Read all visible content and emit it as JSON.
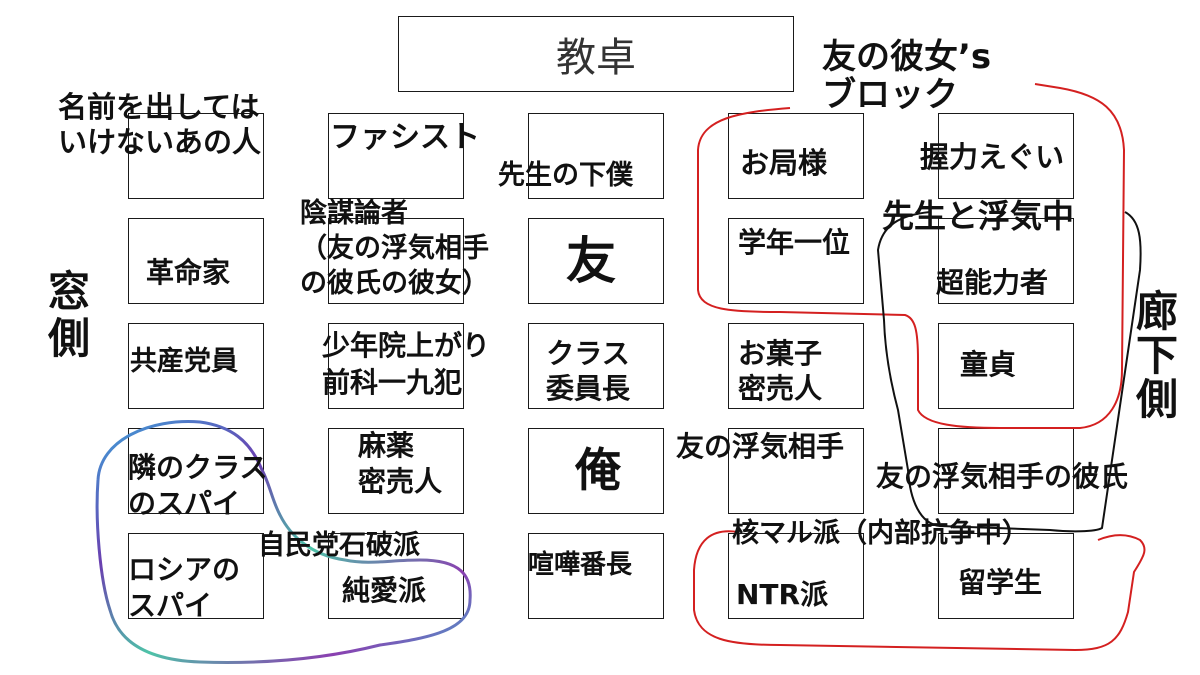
{
  "podium": "教卓",
  "side_labels": {
    "window": "窓\n側",
    "hallway": "廊\n下\n側"
  },
  "block_title": "友の彼女’s\nブロック",
  "seats": {
    "r1c1": "名前を出しては\nいけないあの人",
    "r1c2": "ファシスト",
    "r1c3": "先生の下僕",
    "r1c4": "お局様",
    "r1c5": "握力えぐい",
    "r2c1": "革命家",
    "r2c2": "陰謀論者\n（友の浮気相手\nの彼氏の彼女）",
    "r2c3": "友",
    "r2c4": "学年一位",
    "r2c5a": "先生と浮気中",
    "r2c5b": "超能力者",
    "r3c1": "共産党員",
    "r3c2": "少年院上がり\n前科一九犯",
    "r3c3": "クラス\n委員長",
    "r3c4": "お菓子\n密売人",
    "r3c5": "童貞",
    "r4c1": "隣のクラス\nのスパイ",
    "r4c2": "麻薬\n密売人",
    "r4c3": "俺",
    "r4c4": "友の浮気相手",
    "r4c5": "友の浮気相手の彼氏",
    "r5c1": "ロシアの\nスパイ",
    "r5c2a": "自民党石破派",
    "r5c2b": "純愛派",
    "r5c3": "喧嘩番長",
    "r5c4a": "核マル派（内部抗争中）",
    "r5c4b": "NTR派",
    "r5c5": "留学生"
  },
  "colors": {
    "red_outline": "#d42020",
    "black_outline": "#111111",
    "spy_outline": "galaxy-gradient"
  }
}
